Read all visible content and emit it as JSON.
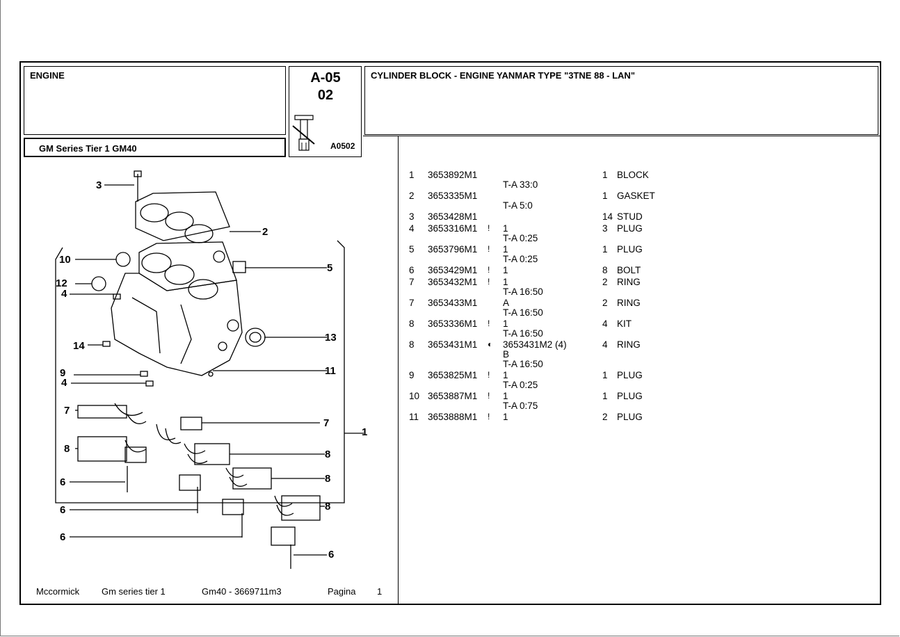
{
  "header": {
    "section": "ENGINE",
    "code_line1": "A-05",
    "code_line2": "02",
    "figure_ref": "A0502",
    "title": "CYLINDER BLOCK - ENGINE YANMAR TYPE \"3TNE 88 - LAN\"",
    "model": "GM Series Tier 1  GM40"
  },
  "parts": [
    {
      "ref": "1",
      "part": "3653892M1",
      "mark": "",
      "qty_note": "",
      "qty": "1",
      "desc": "BLOCK",
      "extra": [
        "T-A 33:0"
      ]
    },
    {
      "ref": "2",
      "part": "3653335M1",
      "mark": "",
      "qty_note": "",
      "qty": "1",
      "desc": "GASKET",
      "extra": [
        "T-A 5:0"
      ]
    },
    {
      "ref": "3",
      "part": "3653428M1",
      "mark": "",
      "qty_note": "",
      "qty": "14",
      "desc": "STUD",
      "extra": []
    },
    {
      "ref": "4",
      "part": "3653316M1",
      "mark": "!",
      "qty_note": "1",
      "qty": "3",
      "desc": "PLUG",
      "extra": [
        "T-A 0:25"
      ]
    },
    {
      "ref": "5",
      "part": "3653796M1",
      "mark": "!",
      "qty_note": "1",
      "qty": "1",
      "desc": "PLUG",
      "extra": [
        "T-A 0:25"
      ]
    },
    {
      "ref": "6",
      "part": "3653429M1",
      "mark": "!",
      "qty_note": "1",
      "qty": "8",
      "desc": "BOLT",
      "extra": []
    },
    {
      "ref": "7",
      "part": "3653432M1",
      "mark": "!",
      "qty_note": "1",
      "qty": "2",
      "desc": "RING",
      "extra": [
        "T-A 16:50"
      ]
    },
    {
      "ref": "7",
      "part": "3653433M1",
      "mark": "",
      "qty_note": "A",
      "qty": "2",
      "desc": "RING",
      "extra": [
        "T-A 16:50"
      ]
    },
    {
      "ref": "8",
      "part": "3653336M1",
      "mark": "!",
      "qty_note": "1",
      "qty": "4",
      "desc": "KIT",
      "extra": [
        "T-A 16:50"
      ]
    },
    {
      "ref": "8",
      "part": "3653431M1",
      "mark": "◐",
      "qty_note": "3653431M2  (4)",
      "qty": "4",
      "desc": "RING",
      "extra": [
        "B",
        "T-A 16:50"
      ]
    },
    {
      "ref": "9",
      "part": "3653825M1",
      "mark": "!",
      "qty_note": "1",
      "qty": "1",
      "desc": "PLUG",
      "extra": [
        "T-A 0:25"
      ]
    },
    {
      "ref": "10",
      "part": "3653887M1",
      "mark": "!",
      "qty_note": "1",
      "qty": "1",
      "desc": "PLUG",
      "extra": [
        "T-A 0:75"
      ]
    },
    {
      "ref": "11",
      "part": "3653888M1",
      "mark": "!",
      "qty_note": "1",
      "qty": "2",
      "desc": "PLUG",
      "extra": []
    }
  ],
  "callouts": [
    "1",
    "2",
    "3",
    "4",
    "4",
    "5",
    "6",
    "6",
    "6",
    "6",
    "7",
    "7",
    "8",
    "8",
    "8",
    "8",
    "9",
    "10",
    "11",
    "12",
    "13",
    "14"
  ],
  "footer": {
    "brand": "Mccormick",
    "series": "Gm series tier 1",
    "model": "Gm40 - 3669711m3",
    "page_label": "Pagina",
    "page_number": "1"
  }
}
